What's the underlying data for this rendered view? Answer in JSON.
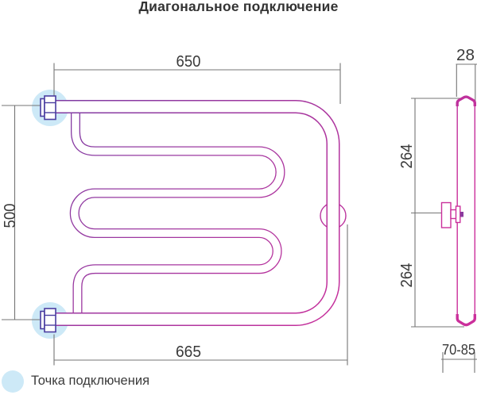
{
  "title": "Диагональное подключение",
  "legend": {
    "label": "Точка подключения"
  },
  "front_view": {
    "dim_top_width": "650",
    "dim_height": "500",
    "dim_bottom_width": "665"
  },
  "side_view": {
    "dim_pipe_diameter": "28",
    "dim_upper_spacing": "264",
    "dim_lower_spacing": "264",
    "dim_wall_distance": "70-85"
  },
  "colors": {
    "pipe_gradient_start": "#7e3da3",
    "pipe_gradient_end": "#cb2f9b",
    "fitting_stroke": "#4a3da0",
    "highlight_circle": "#cde9f7",
    "dimension_line": "#757575",
    "dimension_text": "#3a3a3a",
    "title_text": "#333333"
  }
}
